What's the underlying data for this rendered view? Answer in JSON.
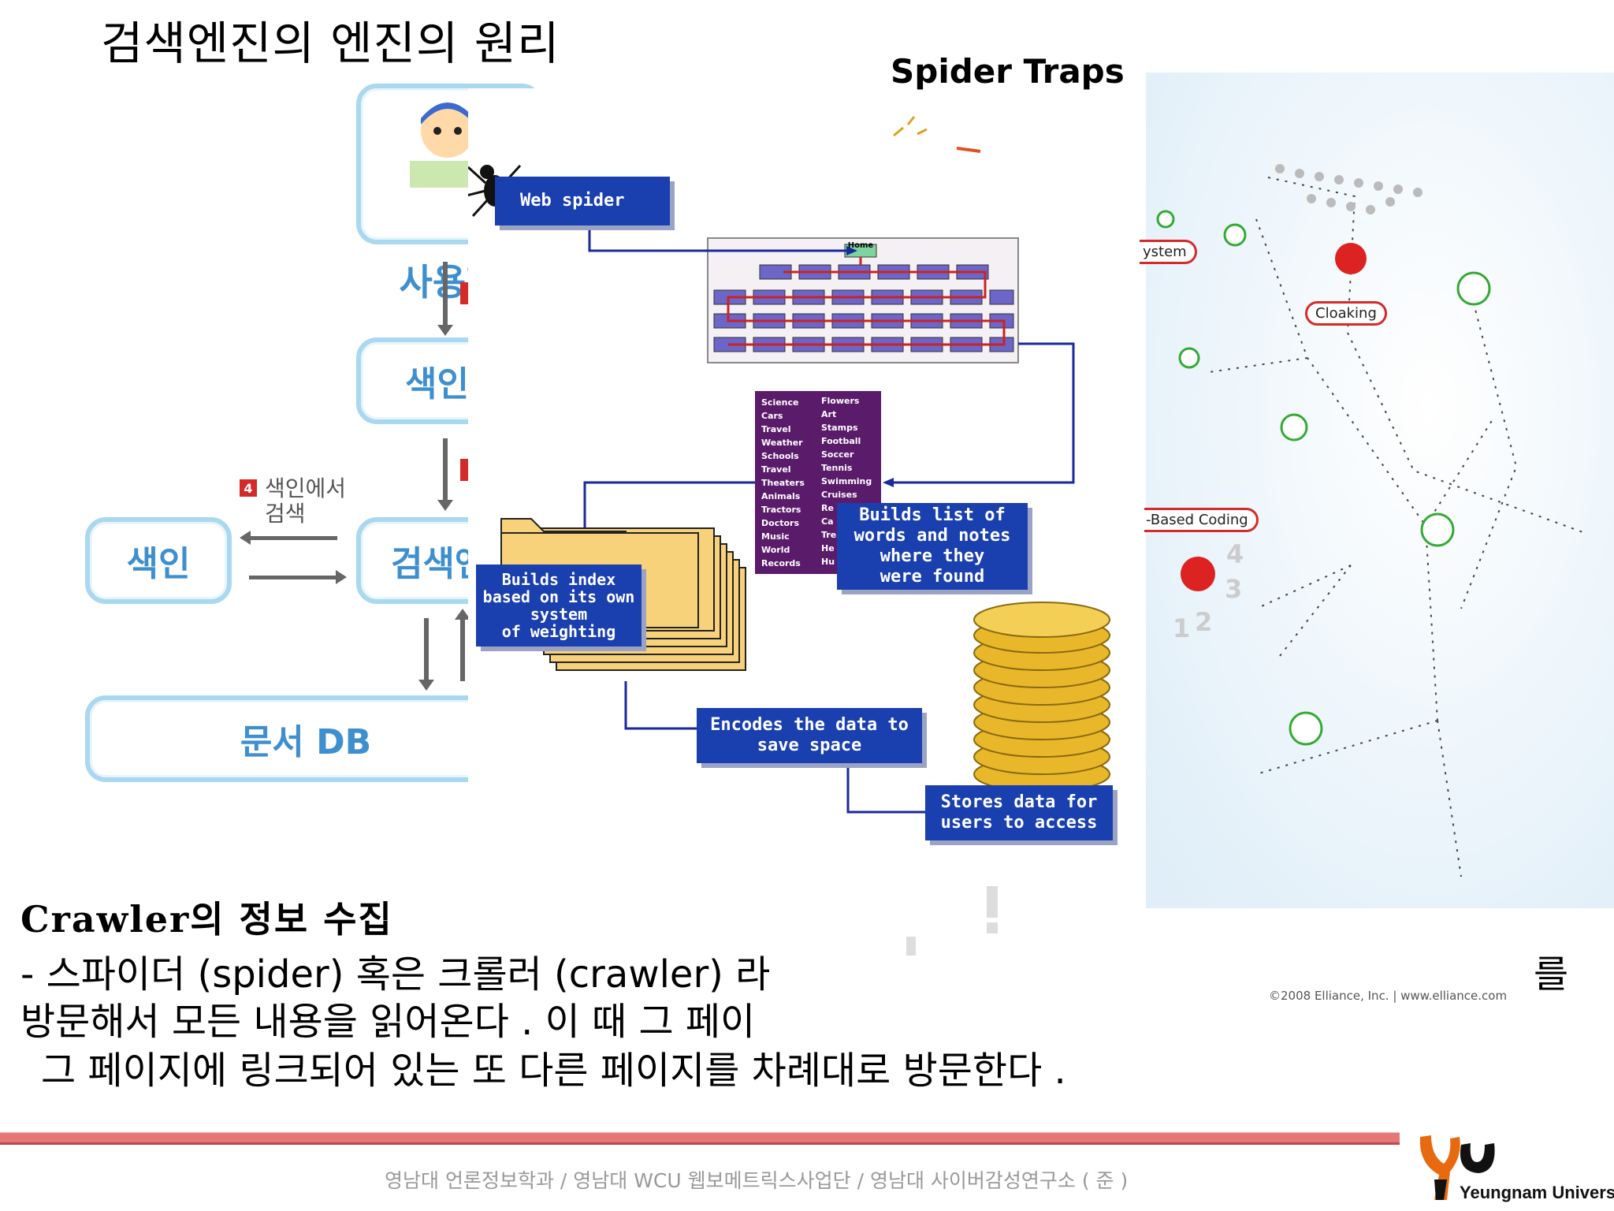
{
  "slide": {
    "title": "검색엔진의 엔진의 원리"
  },
  "flow_diagram": {
    "user_box": "사용자",
    "index_box_top": "색인",
    "index_box_left": "색인",
    "search_engine_box": "검색엔진",
    "document_db_box": "문서 DB",
    "step4_badge": "4",
    "step4_text_line1": "색인에서",
    "step4_text_line2": "검색"
  },
  "spider_traps": {
    "title": "Spider Traps",
    "web_spider": "Web spider",
    "home_tab": "Home",
    "builds_list_line1": "Builds list of",
    "builds_list_line2": "words and notes",
    "builds_list_line3": "where they",
    "builds_list_line4": "were found",
    "builds_index_line1": "Builds index",
    "builds_index_line2": "based on its own",
    "builds_index_line3": "system",
    "builds_index_line4": "of weighting",
    "encodes_line1": "Encodes the data to",
    "encodes_line2": "save space",
    "stores_line1": "Stores data for",
    "stores_line2": "users to access",
    "word_list_col1": [
      "Science",
      "Cars",
      "Travel",
      "Weather",
      "Schools",
      "Travel",
      "Theaters",
      "Animals",
      "Tractors",
      "Doctors",
      "Music",
      "World",
      "Records"
    ],
    "word_list_col2": [
      "Flowers",
      "Art",
      "Stamps",
      "Football",
      "Soccer",
      "Tennis",
      "Swimming",
      "Cruises",
      "Re",
      "Ca",
      "Tre",
      "He",
      "Hu"
    ],
    "trap_system": "ystem",
    "trap_cloaking": "Cloaking",
    "trap_coding": "-Based Coding",
    "numbers": [
      "1",
      "2",
      "3",
      "4"
    ],
    "copyright": "©2008 Elliance, Inc.  |  www.elliance.com"
  },
  "body": {
    "heading": "Crawler의 정보 수집",
    "line1_start": "-  스파이더 (spider)  혹은 크롤러 (crawler) 라",
    "line1_end": "를",
    "line2": "방문해서 모든 내용을 읽어온다 .  이 때 그 페이",
    "line3": "그 페이지에 링크되어 있는 또 다른 페이지를 차례대로 방문한다 ."
  },
  "footer": {
    "text": "영남대 언론정보학과  /  영남대  WCU  웹보메트릭스사업단  /  영남대 사이버감성연구소 ( 준 )",
    "university": "Yeungnam University"
  },
  "colors": {
    "box_border": "#a9d8f0",
    "box_text": "#3d8fd0",
    "spider_blue": "#1a3fae",
    "trap_red": "#d42a2a",
    "footer_line": "#e47878"
  }
}
